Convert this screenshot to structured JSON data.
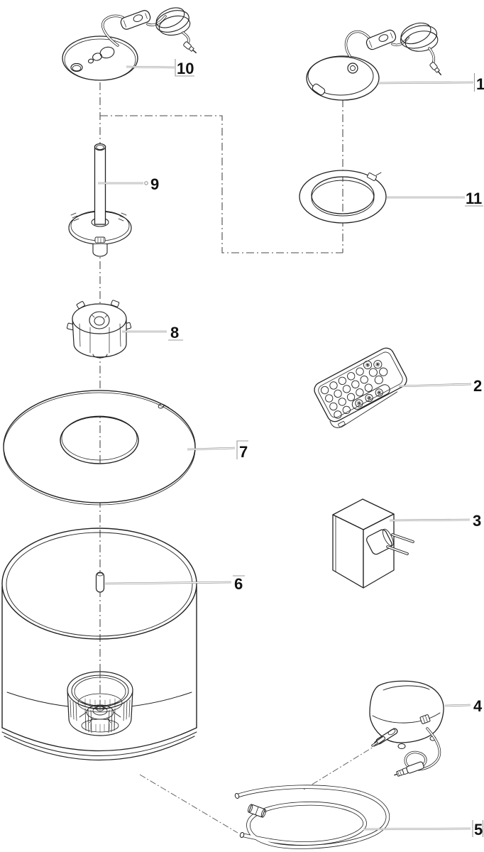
{
  "diagram": {
    "type": "exploded-parts-diagram",
    "background": "#ffffff",
    "colors": {
      "outline": "#222222",
      "leader": "#8a8a8a",
      "centerline": "#4a4a4a",
      "label_frame": "#9a9a9a",
      "label_text": "#111111"
    },
    "parts": [
      {
        "label": "1",
        "name": "top-cover-with-switch-cable"
      },
      {
        "label": "2",
        "name": "remote-control"
      },
      {
        "label": "3",
        "name": "power-adapter"
      },
      {
        "label": "4",
        "name": "air-pump"
      },
      {
        "label": "5",
        "name": "air-hose"
      },
      {
        "label": "6",
        "name": "nozzle"
      },
      {
        "label": "7",
        "name": "cover-plate"
      },
      {
        "label": "8",
        "name": "pump-unit"
      },
      {
        "label": "9",
        "name": "riser-pipe"
      },
      {
        "label": "10",
        "name": "fountain-cover-disc-with-switch-cable"
      },
      {
        "label": "11",
        "name": "mounting-ring"
      }
    ]
  }
}
